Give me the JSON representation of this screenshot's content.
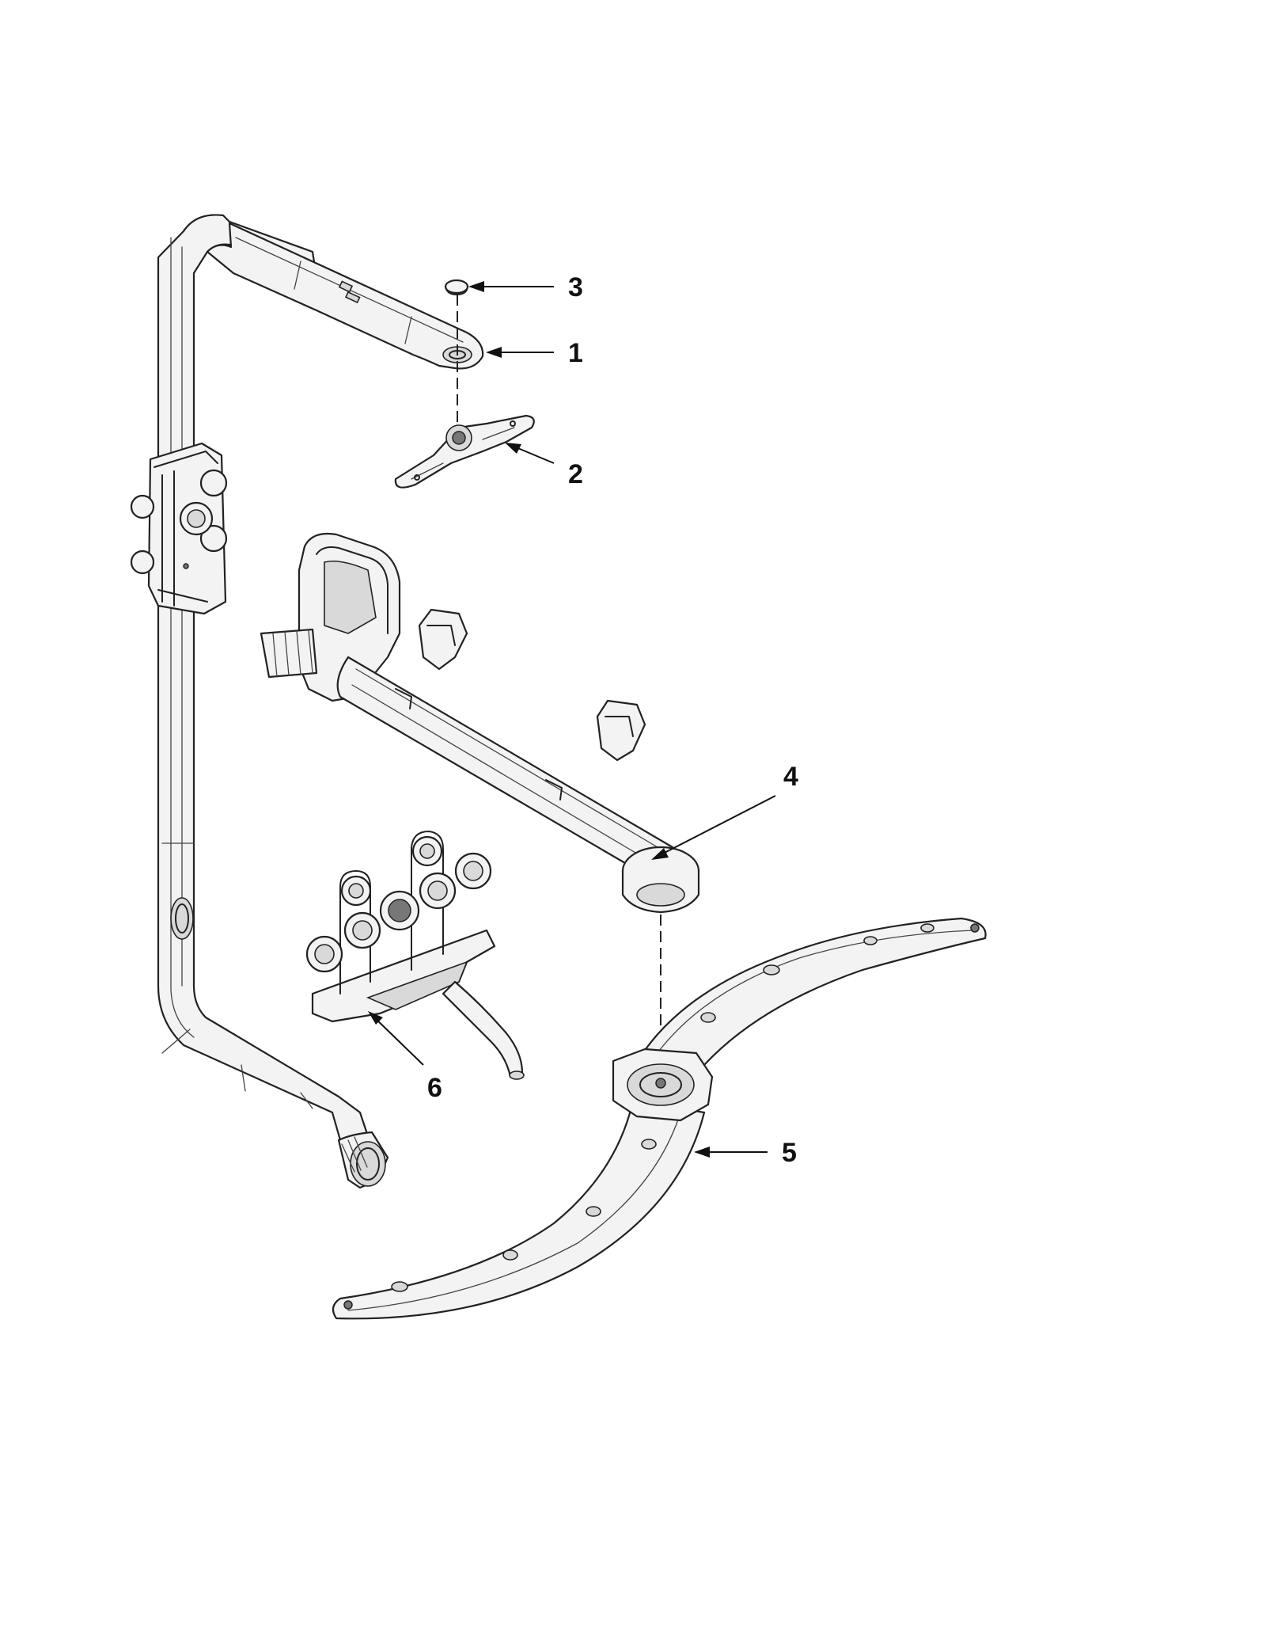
{
  "diagram": {
    "callouts": [
      {
        "id": "callout-1",
        "label": "1"
      },
      {
        "id": "callout-2",
        "label": "2"
      },
      {
        "id": "callout-3",
        "label": "3"
      },
      {
        "id": "callout-4",
        "label": "4"
      },
      {
        "id": "callout-5",
        "label": "5"
      },
      {
        "id": "callout-6",
        "label": "6"
      }
    ],
    "colors": {
      "line": "#222222",
      "fill": "#f3f3f3",
      "shade": "#d9d9d9",
      "background": "#ffffff"
    }
  }
}
